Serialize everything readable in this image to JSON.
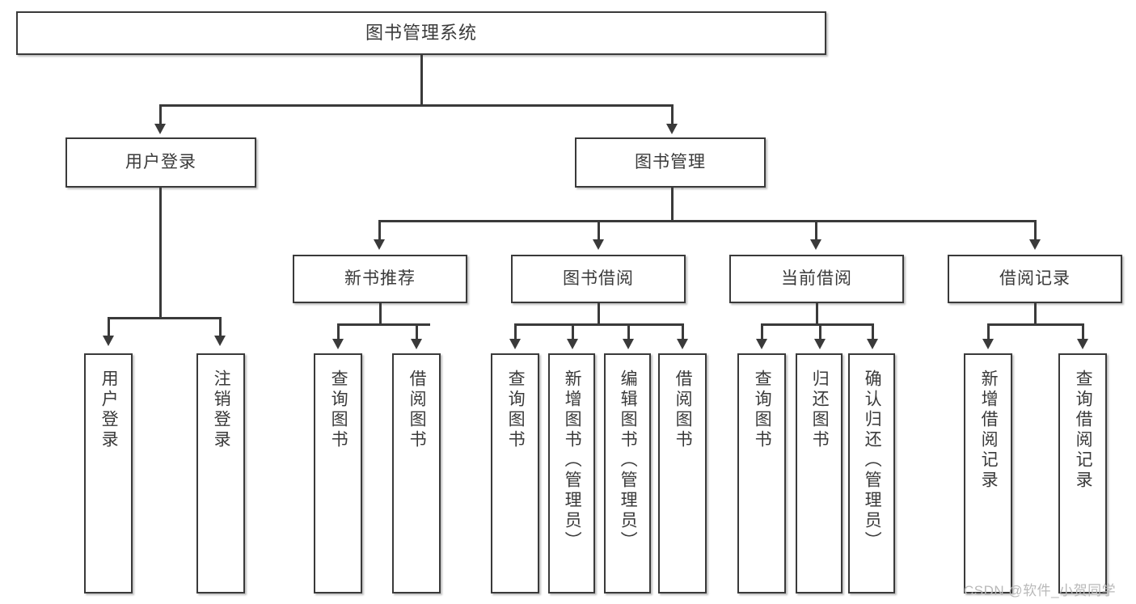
{
  "diagram": {
    "type": "tree-hierarchy",
    "title": "图书管理系统",
    "watermark": "CSDN @软件_小贺同学",
    "colors": {
      "stroke": "#3a3a3a",
      "fill": "#ffffff",
      "background": "#ffffff",
      "watermark": "#b9b9b9"
    },
    "nodes": {
      "root": {
        "label": "图书管理系统",
        "level": 0
      },
      "level1": [
        {
          "id": "user-login",
          "label": "用户登录"
        },
        {
          "id": "book-manage",
          "label": "图书管理"
        }
      ],
      "level2": [
        {
          "id": "new-book-recommend",
          "label": "新书推荐",
          "parent": "book-manage"
        },
        {
          "id": "book-borrow",
          "label": "图书借阅",
          "parent": "book-manage"
        },
        {
          "id": "current-borrow",
          "label": "当前借阅",
          "parent": "book-manage"
        },
        {
          "id": "borrow-record",
          "label": "借阅记录",
          "parent": "book-manage"
        }
      ],
      "leaves": {
        "user-login": [
          {
            "id": "leaf-user-login",
            "label": "用户登录"
          },
          {
            "id": "leaf-logout",
            "label": "注销登录"
          }
        ],
        "new-book-recommend": [
          {
            "id": "leaf-query-book-1",
            "label": "查询图书"
          },
          {
            "id": "leaf-borrow-book-1",
            "label": "借阅图书"
          }
        ],
        "book-borrow": [
          {
            "id": "leaf-query-book-2",
            "label": "查询图书"
          },
          {
            "id": "leaf-add-book",
            "label": "新增图书（管理员）"
          },
          {
            "id": "leaf-edit-book",
            "label": "编辑图书（管理员）"
          },
          {
            "id": "leaf-borrow-book-2",
            "label": "借阅图书"
          }
        ],
        "current-borrow": [
          {
            "id": "leaf-query-book-3",
            "label": "查询图书"
          },
          {
            "id": "leaf-return-book",
            "label": "归还图书"
          },
          {
            "id": "leaf-confirm-return",
            "label": "确认归还（管理员）"
          }
        ],
        "borrow-record": [
          {
            "id": "leaf-add-record",
            "label": "新增借阅记录"
          },
          {
            "id": "leaf-query-record",
            "label": "查询借阅记录"
          }
        ]
      }
    }
  }
}
